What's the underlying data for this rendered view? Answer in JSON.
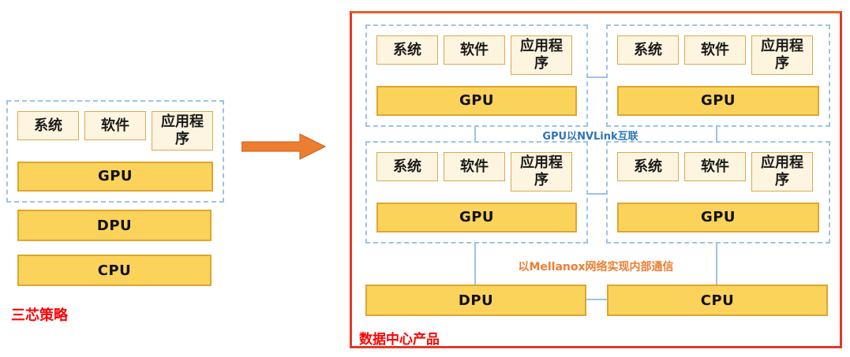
{
  "left_panel": {
    "caption": "三芯策略",
    "unit": {
      "chips": [
        "系统",
        "软件",
        "应用程序"
      ],
      "gpu_label": "GPU"
    },
    "dpu_label": "DPU",
    "cpu_label": "CPU"
  },
  "right_panel": {
    "caption": "数据中心产品",
    "nvlink_label": "GPU以NVLink互联",
    "network_label": "以Mellanox网络实现内部通信",
    "units": [
      {
        "chips": [
          "系统",
          "软件",
          "应用程序"
        ],
        "gpu_label": "GPU"
      },
      {
        "chips": [
          "系统",
          "软件",
          "应用程序"
        ],
        "gpu_label": "GPU"
      },
      {
        "chips": [
          "系统",
          "软件",
          "应用程序"
        ],
        "gpu_label": "GPU"
      },
      {
        "chips": [
          "系统",
          "软件",
          "应用程序"
        ],
        "gpu_label": "GPU"
      }
    ],
    "dpu_label": "DPU",
    "cpu_label": "CPU"
  },
  "colors": {
    "chip_fill": "#fdf5df",
    "chip_border": "#d8a94e",
    "bar_fill": "#fbd35b",
    "bar_border": "#dda62f",
    "dashed_border": "#9dc3e6",
    "connector": "#9dc3e6",
    "outer_border": "#de3a28",
    "caption_red": "#ff0000",
    "nvlink_blue": "#2e75b6",
    "network_orange": "#ed7d31",
    "arrow_orange": "#ed7d31"
  }
}
